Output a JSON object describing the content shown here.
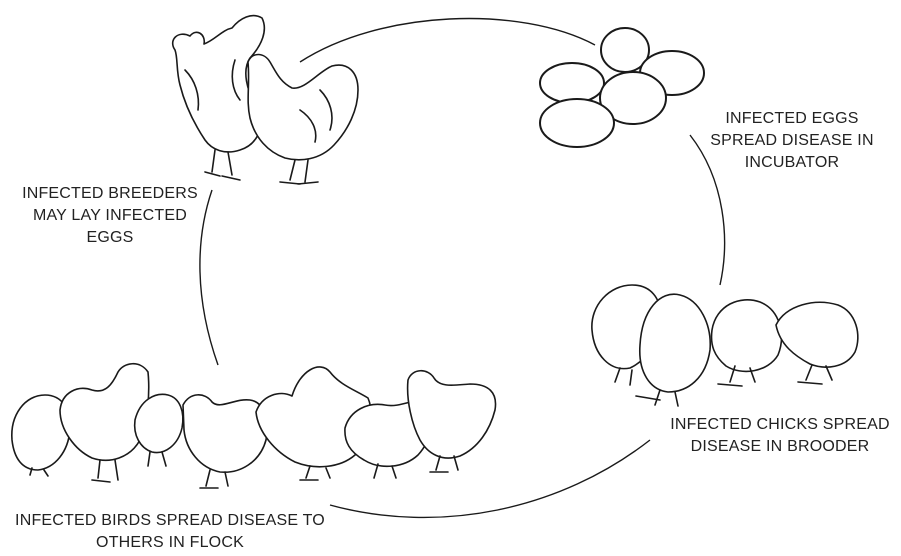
{
  "diagram": {
    "captions": {
      "eggs": [
        "INFECTED EGGS",
        "SPREAD DISEASE IN",
        "INCUBATOR"
      ],
      "breeders": [
        "INFECTED BREEDERS",
        "MAY LAY INFECTED",
        "EGGS"
      ],
      "chicks": [
        "INFECTED CHICKS SPREAD",
        "DISEASE IN BROODER"
      ],
      "flock": [
        "INFECTED BIRDS SPREAD DISEASE TO",
        "OTHERS IN FLOCK"
      ]
    },
    "illustrations": [
      "breeder-pair-illustration",
      "egg-cluster-illustration",
      "chick-group-illustration",
      "flock-illustration"
    ],
    "line_color": "#1a1a1a",
    "background": "#ffffff"
  }
}
